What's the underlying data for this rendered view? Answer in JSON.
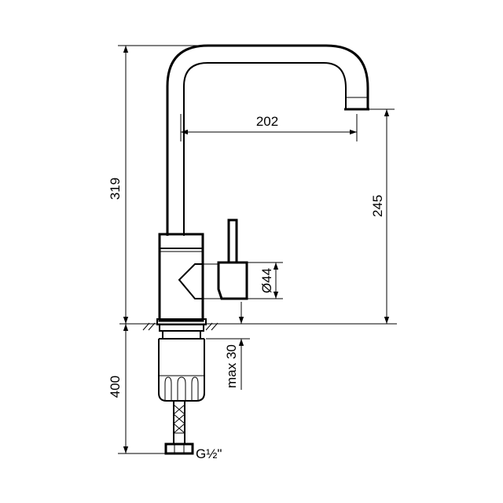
{
  "dimensions": {
    "total_height": "319",
    "spout_reach": "202",
    "spout_height": "245",
    "lever_diameter": "Ø44",
    "mount_thickness": "max 30",
    "hose_length": "400",
    "thread": "G½\""
  },
  "colors": {
    "line": "#000000",
    "background": "#ffffff"
  }
}
